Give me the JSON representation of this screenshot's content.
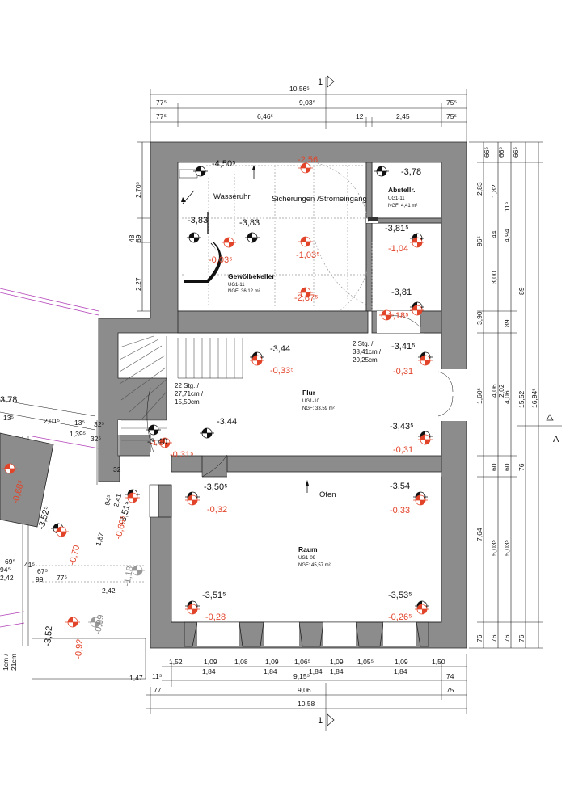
{
  "top_dims": {
    "row1": [
      "10,56⁵"
    ],
    "row2": [
      "77⁵",
      "9,03⁵",
      "75⁵"
    ],
    "row3": [
      "77⁵",
      "6,46⁵",
      "12",
      "2,45",
      "75⁵"
    ]
  },
  "section_marks": {
    "top": "1",
    "bottom": "1",
    "right": "A"
  },
  "bottom_dims": {
    "row1": [
      "1,52",
      "1,09",
      "1,08",
      "1,09",
      "1,06⁵",
      "1,09",
      "1,05⁵",
      "1,09",
      "1,50"
    ],
    "row2": [
      "1,84",
      "1,84",
      "1,84",
      "1,84",
      "1,84"
    ],
    "row3": [
      "1,47",
      "11⁵",
      "9,15⁵",
      "74"
    ],
    "row4": [
      "77",
      "9,06",
      "75"
    ],
    "row5": [
      "10,58"
    ]
  },
  "right_dims": {
    "col1": [
      "66⁵",
      "2,83",
      "96⁵",
      "3,90",
      "1,60⁵",
      "7,64"
    ],
    "col2": [
      "1,82",
      "44",
      "3,00",
      "4,06",
      "5,03⁵"
    ],
    "col3": [
      "66⁵",
      "11⁵",
      "89",
      "2,02",
      "60",
      "76"
    ],
    "col4": [
      "4,94",
      "89",
      "4,06",
      "5,03⁵"
    ],
    "col5": [
      "66⁵",
      "15,52",
      "16,94⁵",
      "60",
      "76"
    ],
    "bottom_small": [
      "76",
      "76",
      "76"
    ]
  },
  "left_dims": [
    "2,70⁵",
    "48",
    "89",
    "2,27"
  ],
  "rooms": {
    "gewoelbe": {
      "name": "Gewölbekeller",
      "code": "UG1-11",
      "area": "NGF: 36,12 m²"
    },
    "abstell": {
      "name": "Abstellr.",
      "code": "UG1-11",
      "area": "NGF: 4,41 m²"
    },
    "flur": {
      "name": "Flur",
      "code": "UG1-10",
      "area": "NGF: 33,59 m²"
    },
    "raum": {
      "name": "Raum",
      "code": "UG1-09",
      "area": "NGF: 45,57 m²"
    }
  },
  "labels": {
    "wasseruhr": "Wasseruhr",
    "sicherungen": "Sicherungen /Stromeingang",
    "ofen": "Ofen",
    "stair1_a": "22 Stg. /",
    "stair1_b": "27,71cm /",
    "stair1_c": "15,50cm",
    "stair2_a": "2 Stg. /",
    "stair2_b": "38,41cm /",
    "stair2_c": "20,25cm"
  },
  "levels": {
    "l1": "-4,50⁵",
    "l2": "-2,56",
    "l3": "-3,78",
    "l4": "-3,83",
    "l5": "-3,83",
    "l6": "-0,03⁵",
    "l7": "-1,03⁵",
    "l8": "-3,81⁵",
    "l9": "-1,04",
    "l10": "-2,87⁵",
    "l11": "-3,81",
    "l12": "-1,18⁵",
    "l13": "-3,44",
    "l14": "-0,33⁵",
    "l15": "-3,41⁵",
    "l16": "-0,31",
    "l17": "-3,44",
    "l18": "-3,43⁵",
    "l19": "-0,31",
    "l20": "-3,40",
    "l21": "-0,31⁵",
    "l22": "-1,1",
    "l23": "-3,50⁵",
    "l24": "-0,32",
    "l25": "-3,54",
    "l26": "-0,33",
    "l27": "-3,51⁵",
    "l28": "-0,28",
    "l29": "-3,53⁵",
    "l30": "-0,26⁵"
  },
  "outside": {
    "o1": "3,78",
    "o2": "13⁵",
    "o3": "2,01⁵",
    "o4": "13⁵",
    "o5": "32⁵",
    "o6": "1,39⁵",
    "o7": "32⁵",
    "o8": "-0,68⁵",
    "o9": "-3,52⁵",
    "o10": "32",
    "o11": "94⁵",
    "o12": "2,41",
    "o13": "-3,51⁵",
    "o14": "-0,69⁵",
    "o15": "1,87",
    "o16": "-0,70",
    "o17": "69⁵",
    "o18": "94⁵",
    "o19": "41⁵",
    "o20": "67⁵",
    "o21": "2,42",
    "o22": "99",
    "o23": "77⁵",
    "o24": "-1,18",
    "o25": "2,42",
    "o26": "-0,89",
    "o27": "-3,52",
    "o28": "-0,92",
    "o29": "1cm /",
    "o30": "21cm"
  }
}
